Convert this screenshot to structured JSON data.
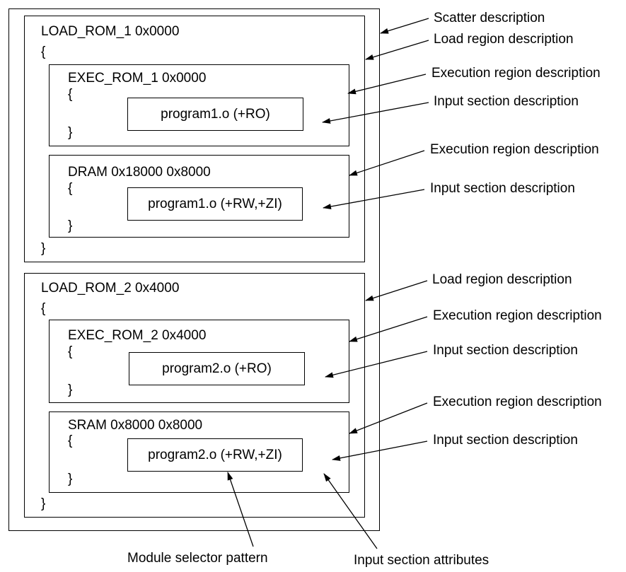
{
  "scatter": {
    "load_regions": [
      {
        "header": "LOAD_ROM_1 0x0000",
        "open_brace": "{",
        "close_brace": "}",
        "exec_regions": [
          {
            "header": "EXEC_ROM_1 0x0000",
            "open_brace": "{",
            "close_brace": "}",
            "input_section": "program1.o (+RO)"
          },
          {
            "header": "DRAM 0x18000 0x8000",
            "open_brace": "{",
            "close_brace": "}",
            "input_section": "program1.o (+RW,+ZI)"
          }
        ]
      },
      {
        "header": "LOAD_ROM_2 0x4000",
        "open_brace": "{",
        "close_brace": "}",
        "exec_regions": [
          {
            "header": "EXEC_ROM_2 0x4000",
            "open_brace": "{",
            "close_brace": "}",
            "input_section": "program2.o (+RO)"
          },
          {
            "header": "SRAM 0x8000 0x8000",
            "open_brace": "{",
            "close_brace": "}",
            "input_section": "program2.o (+RW,+ZI)"
          }
        ]
      }
    ]
  },
  "annotations": {
    "scatter_description": "Scatter description",
    "load_region_1": "Load region description",
    "exec_region_1": "Execution region description",
    "input_section_1": "Input section description",
    "exec_region_2": "Execution region description",
    "input_section_2": "Input section description",
    "load_region_2": "Load region description",
    "exec_region_3": "Execution region description",
    "input_section_3": "Input section description",
    "exec_region_4": "Execution region description",
    "input_section_4": "Input section description",
    "module_selector_pattern": "Module selector pattern",
    "input_section_attributes": "Input section attributes"
  }
}
